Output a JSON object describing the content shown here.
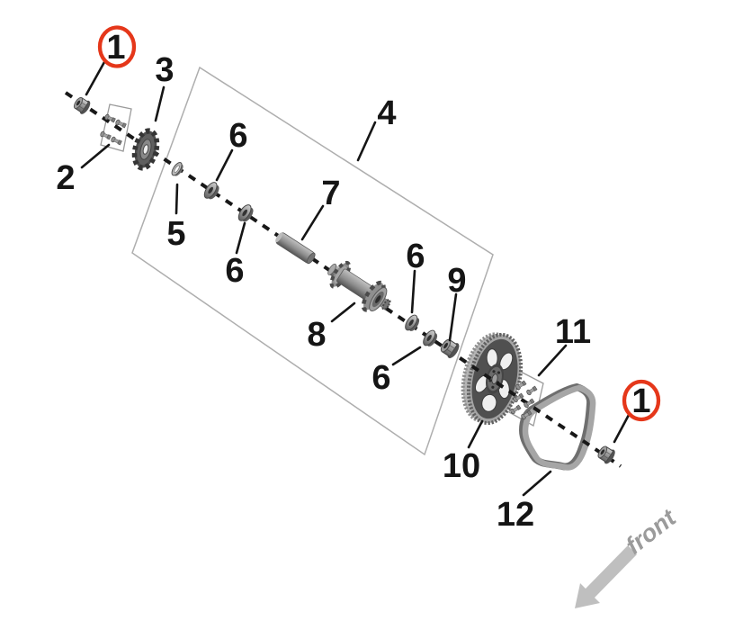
{
  "colors": {
    "callout_ring": "#e5371a",
    "label_text": "#151515",
    "front_text": "#9b9b9b",
    "arrow_fill": "#bfbfbf"
  },
  "labels": [
    {
      "text": "1",
      "circled": true,
      "position": "top-left"
    },
    {
      "text": "2",
      "circled": false,
      "position": "left"
    },
    {
      "text": "3",
      "circled": false,
      "position": "upper-left"
    },
    {
      "text": "4",
      "circled": false,
      "position": "upper-middle"
    },
    {
      "text": "5",
      "circled": false,
      "position": "left-middle"
    },
    {
      "text": "6",
      "circled": false,
      "position": "upper-middle-left"
    },
    {
      "text": "6",
      "circled": false,
      "position": "middle-left"
    },
    {
      "text": "7",
      "circled": false,
      "position": "middle"
    },
    {
      "text": "8",
      "circled": false,
      "position": "middle-lower"
    },
    {
      "text": "6",
      "circled": false,
      "position": "middle-right"
    },
    {
      "text": "9",
      "circled": false,
      "position": "middle-right-upper"
    },
    {
      "text": "6",
      "circled": false,
      "position": "lower-middle"
    },
    {
      "text": "10",
      "circled": false,
      "position": "lower-middle-right"
    },
    {
      "text": "11",
      "circled": false,
      "position": "right"
    },
    {
      "text": "12",
      "circled": false,
      "position": "lower-right"
    },
    {
      "text": "1",
      "circled": true,
      "position": "right-edge"
    }
  ],
  "front_label": {
    "text": "front"
  }
}
